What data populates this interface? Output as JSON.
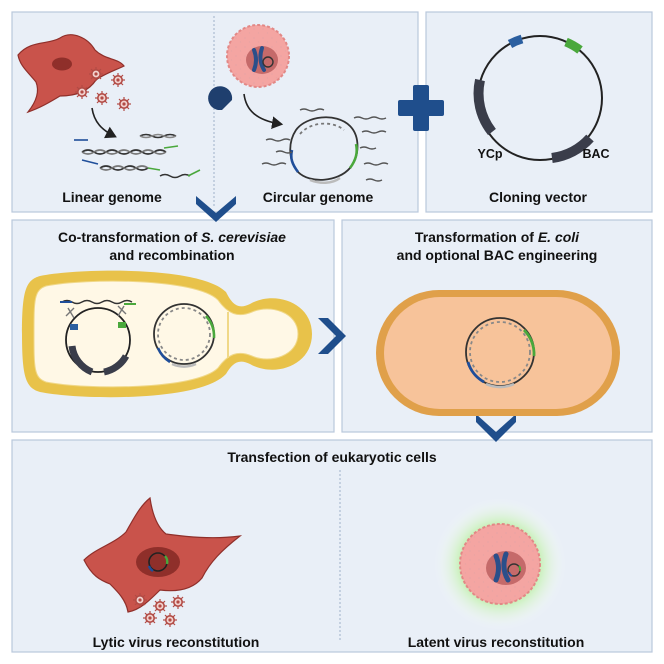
{
  "panels": {
    "linear": {
      "label": "Linear genome"
    },
    "circular": {
      "label": "Circular genome"
    },
    "vector": {
      "label": "Cloning vector",
      "ycp_label": "YCp",
      "bac_label": "BAC"
    },
    "yeast": {
      "title_line1_prefix": "Co-transformation of ",
      "title_line1_italic": "S. cerevisiae",
      "title_line2": "and recombination"
    },
    "ecoli": {
      "title_line1_prefix": "Transformation of ",
      "title_line1_italic": "E. coli",
      "title_line2": "and optional BAC engineering"
    },
    "transfection": {
      "title": "Transfection of eukaryotic cells",
      "lytic_label": "Lytic virus reconstitution",
      "latent_label": "Latent virus reconstitution"
    }
  },
  "colors": {
    "panel_bg": "#e9eff7",
    "arrow": "#1f4e8c",
    "cell_red": "#c9534b",
    "yeast_wall": "#e8c24a",
    "ecoli_fill": "#f7c39a",
    "dna_blue": "#1f4e9a",
    "dna_green": "#4aa83c"
  }
}
